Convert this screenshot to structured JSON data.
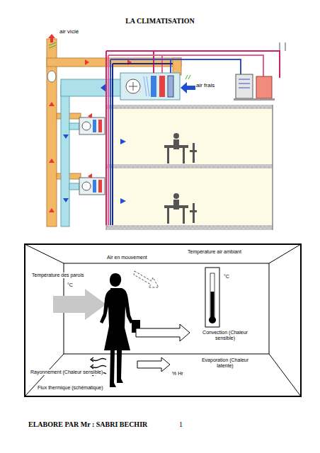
{
  "diagram": {
    "title": "LA CLIMATISATION",
    "labels": [
      "air vicié",
      "air frais",
      "Air en mouvement",
      "Température air ambiant",
      "°C",
      "Température des parois",
      "°C",
      "Convection (Chaleur sensible)",
      "% Hr",
      "Evaporation (Chaleur latente)",
      "Rayonnement (Chaleur sensible)",
      "Flux thermique (schématique)",
      "ELABORE PAR Mr : SABRI BECHIR",
      "1"
    ]
  }
}
